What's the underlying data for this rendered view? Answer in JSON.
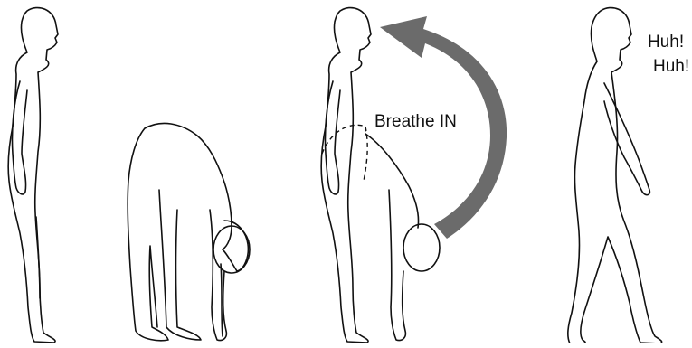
{
  "labels": {
    "breathe": "Breathe IN",
    "huh_1": "Huh!",
    "huh_2": "Huh!"
  },
  "colors": {
    "arrow": "#6b6b6b",
    "outline": "#111111",
    "background": "#ffffff"
  }
}
